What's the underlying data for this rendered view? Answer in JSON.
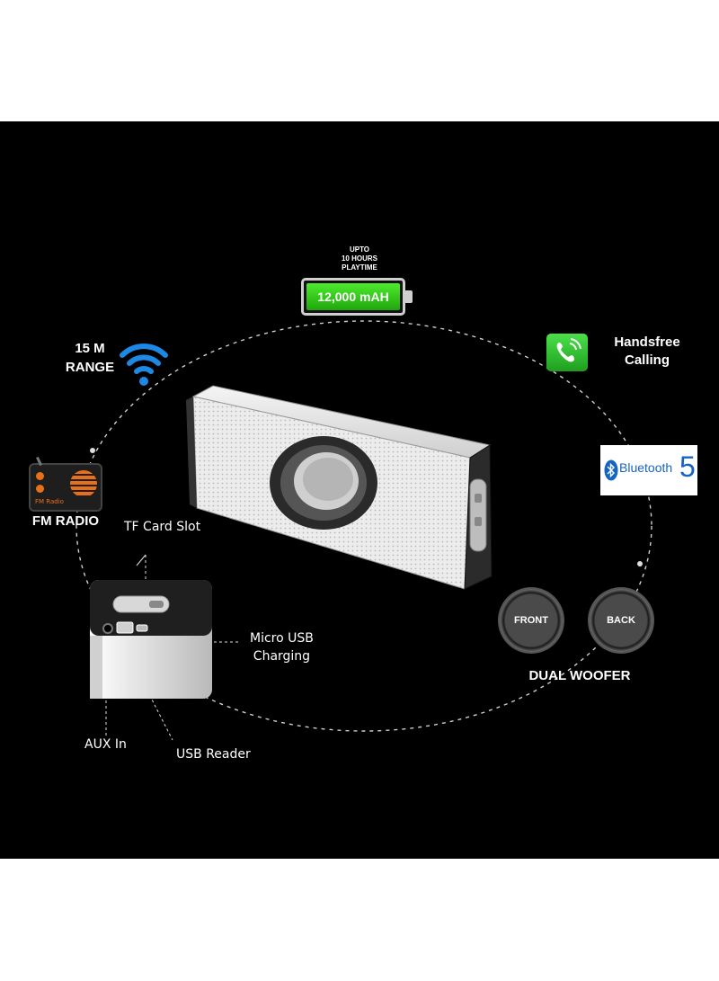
{
  "battery": {
    "caption_line1": "UPTO",
    "caption_line2": "10 HOURS",
    "caption_line3": "PLAYTIME",
    "capacity": "12,000 mAH",
    "fill_level": 1.0,
    "color": "#2ecc1a"
  },
  "range": {
    "line1": "15 M",
    "line2": "RANGE",
    "icon": "wifi-icon",
    "color": "#1e88e5"
  },
  "calling": {
    "line1": "Handsfree",
    "line2": "Calling",
    "icon": "phone-icon",
    "color": "#22bb33"
  },
  "bluetooth": {
    "brand": "Bluetooth",
    "version": "5"
  },
  "radio": {
    "tag": "FM Radio",
    "label": "FM RADIO",
    "color": "#e8701a"
  },
  "ports": {
    "tf_card": "TF Card Slot",
    "micro_usb_line1": "Micro USB",
    "micro_usb_line2": "Charging",
    "aux": "AUX In",
    "usb_reader": "USB Reader"
  },
  "woofers": {
    "front": "FRONT",
    "back": "BACK",
    "label": "DUAL WOOFER"
  }
}
